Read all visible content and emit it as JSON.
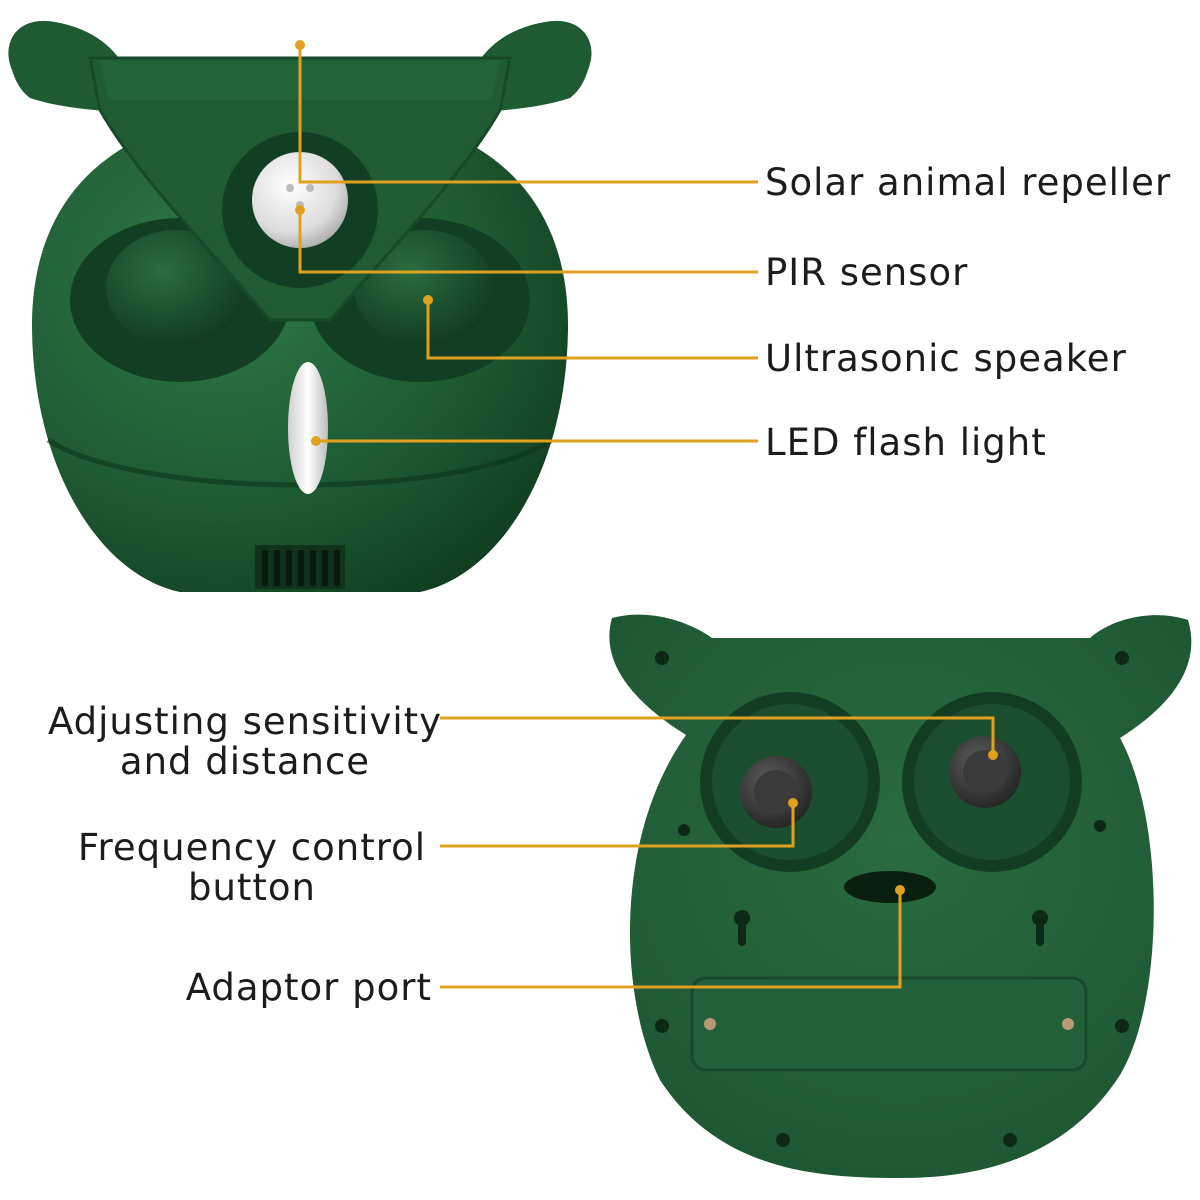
{
  "colors": {
    "leader_line": "#e1a11e",
    "housing_green": "#1e5a32",
    "housing_dark": "#0f3a1e",
    "background": "#ffffff"
  },
  "front_view": {
    "callouts": [
      {
        "id": "solar",
        "text": "Solar animal repeller"
      },
      {
        "id": "pir",
        "text": "PIR sensor"
      },
      {
        "id": "speaker",
        "text": "Ultrasonic speaker"
      },
      {
        "id": "led",
        "text": "LED flash light"
      }
    ]
  },
  "back_view": {
    "callouts": [
      {
        "id": "sensitivity",
        "lines": [
          "Adjusting sensitivity",
          "and distance"
        ]
      },
      {
        "id": "frequency",
        "lines": [
          "Frequency control",
          "button"
        ]
      },
      {
        "id": "adaptor",
        "lines": [
          "Adaptor port"
        ]
      }
    ]
  }
}
